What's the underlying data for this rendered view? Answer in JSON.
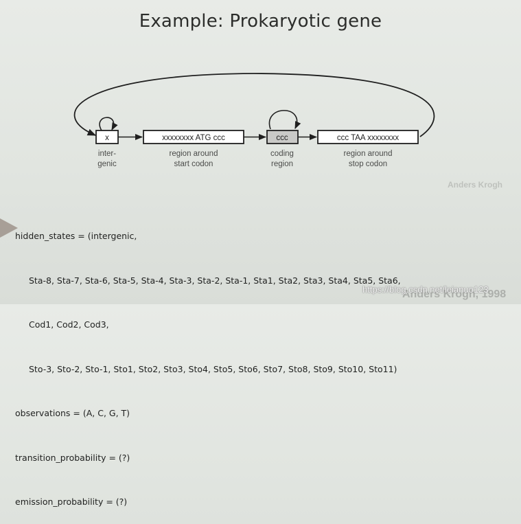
{
  "slide": {
    "title": "Example: Prokaryotic gene"
  },
  "diagram": {
    "states": [
      {
        "box": "x",
        "caption_line1": "inter-",
        "caption_line2": "genic"
      },
      {
        "box": "xxxxxxxx ATG ccc",
        "caption_line1": "region around",
        "caption_line2": "start codon"
      },
      {
        "box": "ccc",
        "caption_line1": "coding",
        "caption_line2": "region"
      },
      {
        "box": "ccc TAA xxxxxxxx",
        "caption_line1": "region around",
        "caption_line2": "stop codon"
      }
    ],
    "colors": {
      "box_plain": "#ffffff",
      "box_coding": "#c9c9c7",
      "stroke": "#1f1f1f"
    }
  },
  "code": {
    "line1": "hidden_states = (intergenic,",
    "line2": "Sta-8, Sta-7, Sta-6, Sta-5, Sta-4, Sta-3, Sta-2, Sta-1, Sta1, Sta2, Sta3, Sta4, Sta5, Sta6,",
    "line3": "Cod1, Cod2, Cod3,",
    "line4": "Sto-3, Sto-2, Sto-1, Sto1, Sto2, Sto3, Sto4, Sto5, Sto6, Sto7, Sto8, Sto9, Sto10, Sto11)",
    "line5": "observations = (A, C, G, T)",
    "line6": "transition_probability = (?)",
    "line7": "emission_probability = (?)"
  },
  "overlay": {
    "watermark": "https://blog.csdn.net/leianuo123",
    "credit": "Anders Krogh, 1998",
    "credit_partial": "Anders Krogh"
  }
}
